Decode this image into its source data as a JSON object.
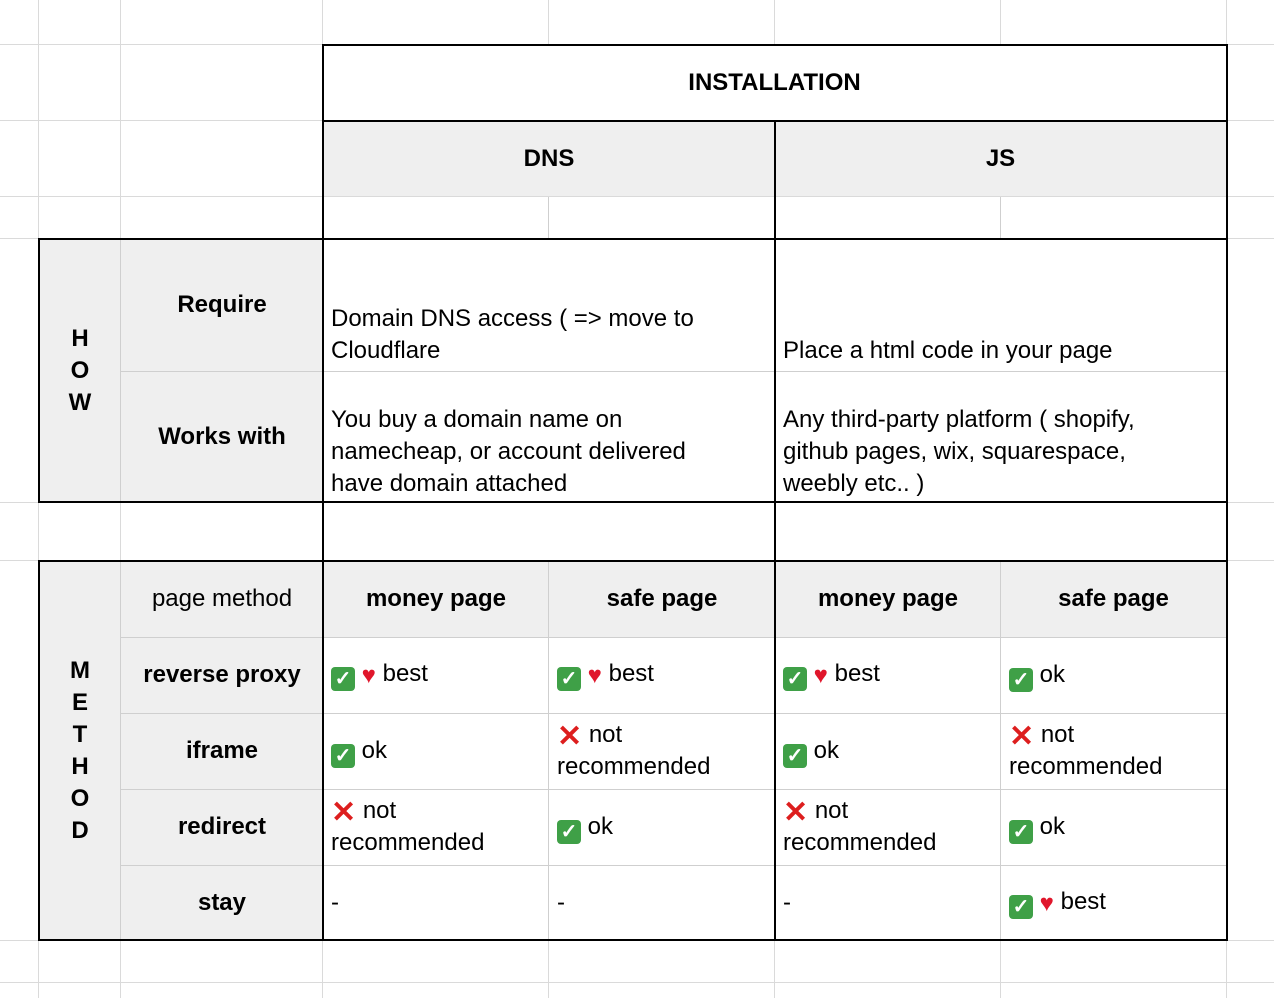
{
  "colors": {
    "check": "#3fa047",
    "heart": "#e0162b",
    "cross": "#dd1e1e",
    "header_gray": "#efefef"
  },
  "installation": {
    "title": "INSTALLATION"
  },
  "columns": {
    "dns": "DNS",
    "js": "JS"
  },
  "how": {
    "label": "H\nO\nW",
    "require_label": "Require",
    "works_with_label": "Works with",
    "dns_require": "Domain DNS access ( => move to Cloudflare",
    "js_require": "Place a html code in your page",
    "dns_works_with": "You buy a domain name on namecheap, or account delivered have domain attached",
    "js_works_with": "Any third-party platform ( shopify, github pages, wix, squarespace, weebly etc.. )"
  },
  "method": {
    "label": "M\nE\nT\nH\nO\nD",
    "page_method_label": "page method",
    "headers": [
      "money page",
      "safe page",
      "money page",
      "safe page"
    ],
    "rows": [
      {
        "label": "reverse proxy",
        "cells": [
          {
            "marks": [
              "check-icon",
              "heart-icon"
            ],
            "text": "best"
          },
          {
            "marks": [
              "check-icon",
              "heart-icon"
            ],
            "text": "best"
          },
          {
            "marks": [
              "check-icon",
              "heart-icon"
            ],
            "text": "best"
          },
          {
            "marks": [
              "check-icon"
            ],
            "text": "ok"
          }
        ]
      },
      {
        "label": "iframe",
        "cells": [
          {
            "marks": [
              "check-icon"
            ],
            "text": "ok"
          },
          {
            "marks": [
              "cross-icon"
            ],
            "text": "not recommended"
          },
          {
            "marks": [
              "check-icon"
            ],
            "text": "ok"
          },
          {
            "marks": [
              "cross-icon"
            ],
            "text": "not recommended"
          }
        ]
      },
      {
        "label": "redirect",
        "cells": [
          {
            "marks": [
              "cross-icon"
            ],
            "text": "not recommended"
          },
          {
            "marks": [
              "check-icon"
            ],
            "text": "ok"
          },
          {
            "marks": [
              "cross-icon"
            ],
            "text": "not recommended"
          },
          {
            "marks": [
              "check-icon"
            ],
            "text": "ok"
          }
        ]
      },
      {
        "label": "stay",
        "cells": [
          {
            "marks": [],
            "text": "-"
          },
          {
            "marks": [],
            "text": "-"
          },
          {
            "marks": [],
            "text": "-"
          },
          {
            "marks": [
              "check-icon",
              "heart-icon"
            ],
            "text": "best"
          }
        ]
      }
    ]
  }
}
